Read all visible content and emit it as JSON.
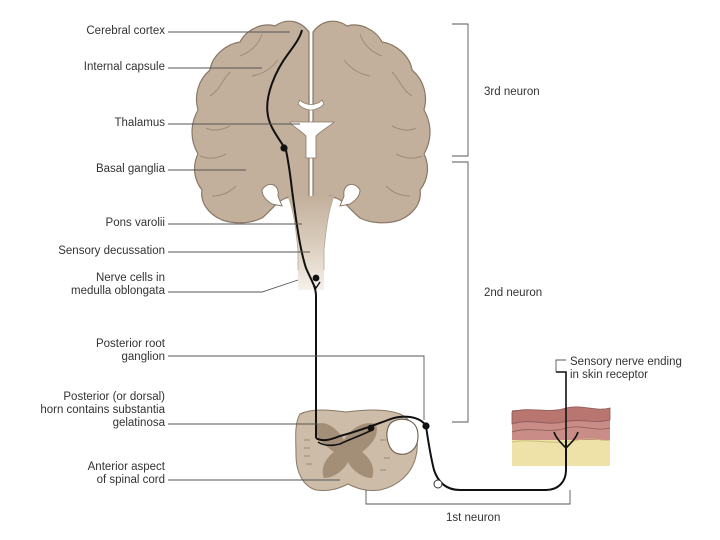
{
  "labels": {
    "cerebral_cortex": "Cerebral cortex",
    "internal_capsule": "Internal capsule",
    "thalamus": "Thalamus",
    "basal_ganglia": "Basal ganglia",
    "pons_varolii": "Pons varolii",
    "sensory_decussation": "Sensory decussation",
    "nerve_cells_1": "Nerve cells in",
    "nerve_cells_2": "medulla oblongata",
    "posterior_root_1": "Posterior root",
    "posterior_root_2": "ganglion",
    "posterior_horn_1": "Posterior (or dorsal)",
    "posterior_horn_2": "horn contains substantia",
    "posterior_horn_3": "gelatinosa",
    "anterior_aspect_1": "Anterior aspect",
    "anterior_aspect_2": "of spinal cord",
    "sensory_ending_1": "Sensory nerve ending",
    "sensory_ending_2": "in skin receptor",
    "neuron_3": "3rd neuron",
    "neuron_2": "2nd neuron",
    "neuron_1": "1st neuron"
  },
  "colors": {
    "brain": "#c2b09c",
    "brain_outline": "#8a7866",
    "pathway": "#111111",
    "leader": "#555555",
    "skin_top": "#c98c86",
    "skin_fat": "#efe2a8"
  }
}
